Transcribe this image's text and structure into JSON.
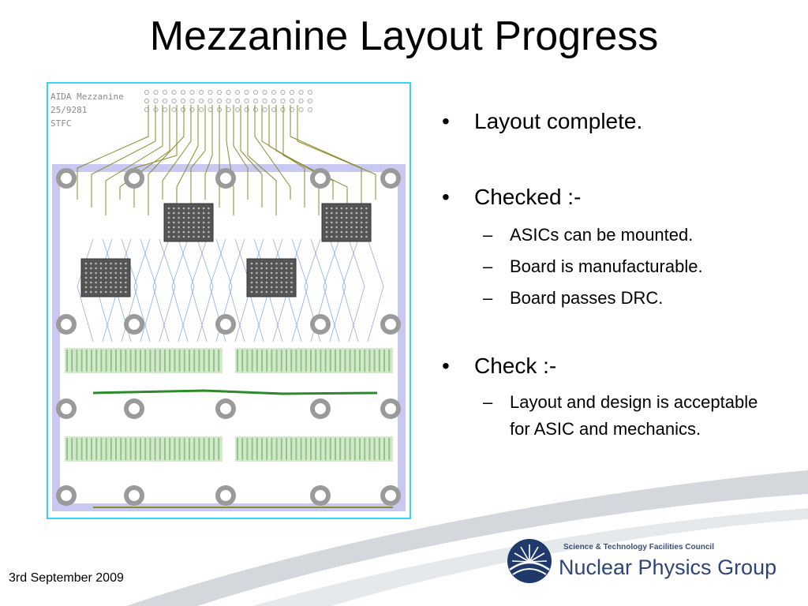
{
  "slide": {
    "title": "Mezzanine Layout Progress",
    "date": "3rd September 2009"
  },
  "board": {
    "label_lines": [
      "AIDA Mezzanine",
      "25/9281",
      "STFC"
    ]
  },
  "bullets": [
    {
      "text": "Layout complete.",
      "sub": []
    },
    {
      "text": "Checked :-",
      "sub": [
        "ASICs can be mounted.",
        "Board is manufacturable.",
        "Board passes DRC."
      ]
    },
    {
      "text": "Check :-",
      "sub": [
        "Layout and design is acceptable for ASIC and mechanics."
      ]
    }
  ],
  "logo": {
    "council": "Science & Technology Facilities Council",
    "group": "Nuclear Physics Group"
  },
  "colors": {
    "board_outline": "#33d6ee",
    "board_fill": "#c8c8f0",
    "trace_olive": "#8a8a2a",
    "trace_green": "#2c8a2c",
    "trace_blue": "#8aaee0",
    "pad": "#9a9a9a",
    "logo_blue": "#2e4577"
  }
}
